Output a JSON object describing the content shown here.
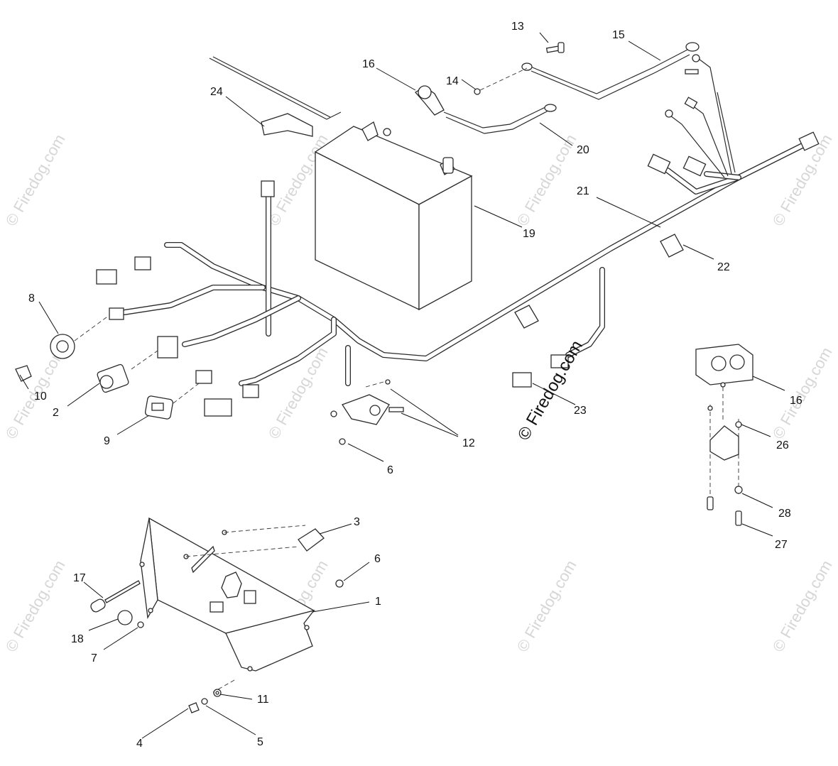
{
  "watermark": {
    "text": "© Firedog.com",
    "color": "#d6d6d6"
  },
  "callouts": {
    "c1": "1",
    "c2": "2",
    "c3": "3",
    "c4": "4",
    "c5": "5",
    "c6a": "6",
    "c6b": "6",
    "c7": "7",
    "c8": "8",
    "c9": "9",
    "c10": "10",
    "c11": "11",
    "c12": "12",
    "c13": "13",
    "c14": "14",
    "c15": "15",
    "c16a": "16",
    "c16b": "16",
    "c17": "17",
    "c18": "18",
    "c19": "19",
    "c20": "20",
    "c21": "21",
    "c22": "22",
    "c23": "23",
    "c24": "24",
    "c26": "26",
    "c27": "27",
    "c28": "28"
  }
}
